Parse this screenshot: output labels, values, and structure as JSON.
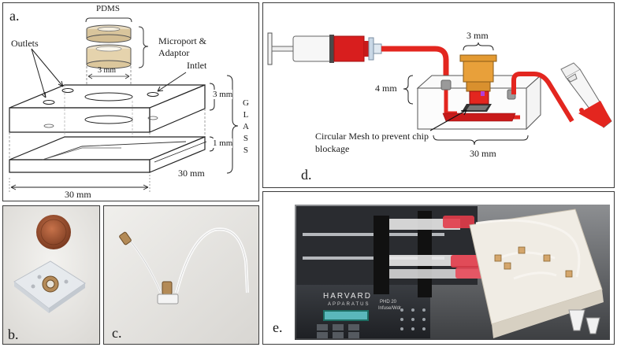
{
  "panel_a": {
    "label": "a.",
    "pdms": "PDMS",
    "microport": "Microport &",
    "adaptor": "Adaptor",
    "outlets": "Outlets",
    "intlet": "Intlet",
    "width_3mm": "3 mm",
    "depth_3mm": "3 mm",
    "depth_1mm": "1 mm",
    "glass": [
      "G",
      "L",
      "A",
      "S",
      "S"
    ],
    "side_30mm": "30 mm",
    "bottom_30mm": "30 mm"
  },
  "panel_d": {
    "label": "d.",
    "top_3mm": "3 mm",
    "height_4mm": "4 mm",
    "mesh_line1": "Circular Mesh to prevent chip",
    "mesh_line2": "blockage",
    "bottom_30mm": "30 mm"
  },
  "panel_b": {
    "label": "b."
  },
  "panel_c": {
    "label": "c."
  },
  "panel_e": {
    "label": "e.",
    "brand": "HARVARD",
    "brand_sub": "APPARATUS",
    "model": "PHD 20",
    "mode": "Infuse/Wdr"
  },
  "colors": {
    "tubing_red": "#e3261f",
    "syringe_red": "#d81e1e",
    "port_orange": "#e8a03a",
    "connector_grey": "#9a9a9a",
    "pump_blue_display": "#6fd0d8"
  }
}
